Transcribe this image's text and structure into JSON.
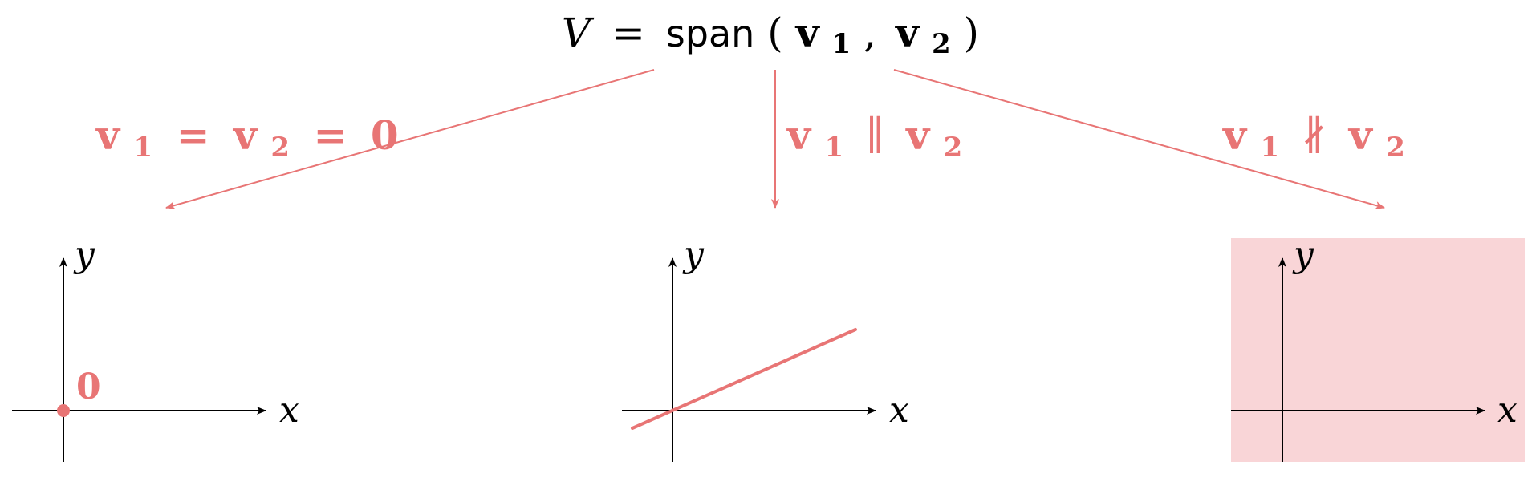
{
  "title": {
    "lhs": "V",
    "eq": "=",
    "func": "span",
    "open": "(",
    "v": "v",
    "sub1": "1",
    "comma": ",",
    "sub2": "2",
    "close": ")"
  },
  "colors": {
    "accent": "#e87575",
    "plane_fill": "#f9d5d7",
    "ink": "#000000"
  },
  "cases": [
    {
      "id": "zero",
      "label": {
        "v": "v",
        "sub1": "1",
        "eq": "=",
        "sub2": "2",
        "eq2": "=",
        "zero": "0"
      },
      "plot": {
        "x_label": "x",
        "y_label": "y",
        "point_label": "0"
      }
    },
    {
      "id": "parallel",
      "label": {
        "v": "v",
        "sub1": "1",
        "rel": "∥",
        "sub2": "2"
      },
      "plot": {
        "x_label": "x",
        "y_label": "y"
      }
    },
    {
      "id": "not-parallel",
      "label": {
        "v": "v",
        "sub1": "1",
        "rel": "∦",
        "sub2": "2"
      },
      "plot": {
        "x_label": "x",
        "y_label": "y"
      }
    }
  ]
}
